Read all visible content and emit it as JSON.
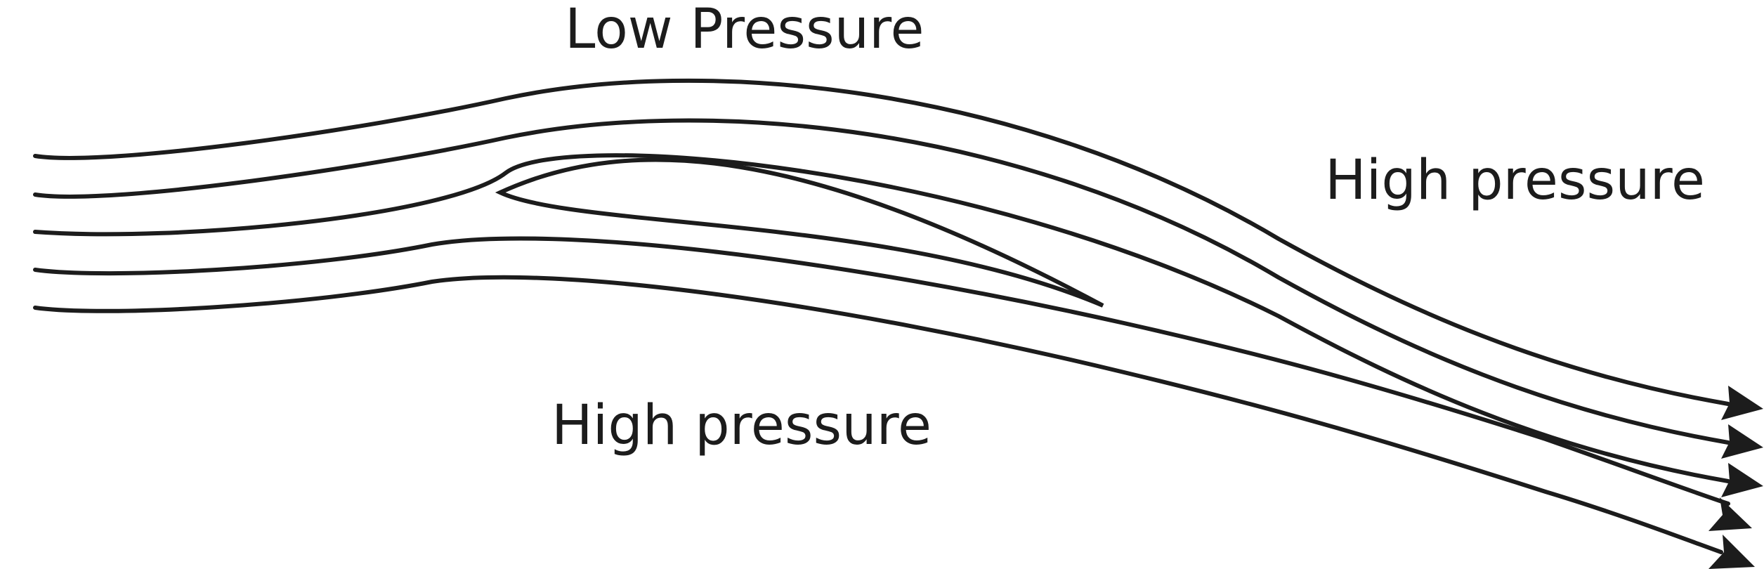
{
  "labels": {
    "top": "Low Pressure",
    "right": "High pressure",
    "bottom": "High pressure"
  },
  "colors": {
    "ink": "#1c1c1c",
    "background": "#ffffff"
  }
}
